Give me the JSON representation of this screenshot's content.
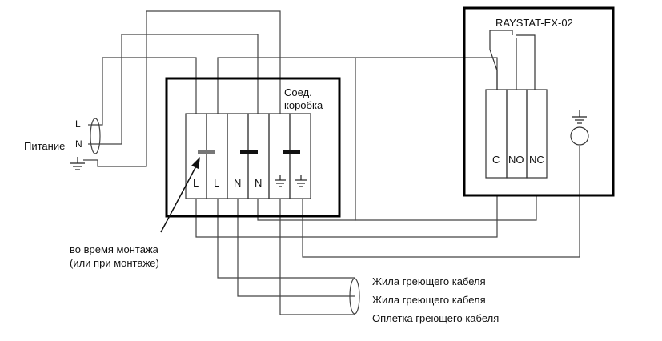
{
  "supply": {
    "label": "Питание",
    "l": "L",
    "n": "N"
  },
  "junction_box": {
    "label_line1": "Соед.",
    "label_line2": "коробка",
    "terminals": [
      "L",
      "L",
      "N",
      "N"
    ]
  },
  "thermostat": {
    "title": "RAYSTAT-EX-02",
    "terminals": [
      "C",
      "NO",
      "NC"
    ]
  },
  "install_note": {
    "line1": "во время монтажа",
    "line2": "(или при монтаже)"
  },
  "cable_labels": [
    "Жила греющего кабеля",
    "Жила греющего кабеля",
    "Оплетка греющего кабеля"
  ],
  "colors": {
    "line": "#444444",
    "box": "#000000",
    "bridge_active": "#111111",
    "bridge_install": "#777777"
  }
}
